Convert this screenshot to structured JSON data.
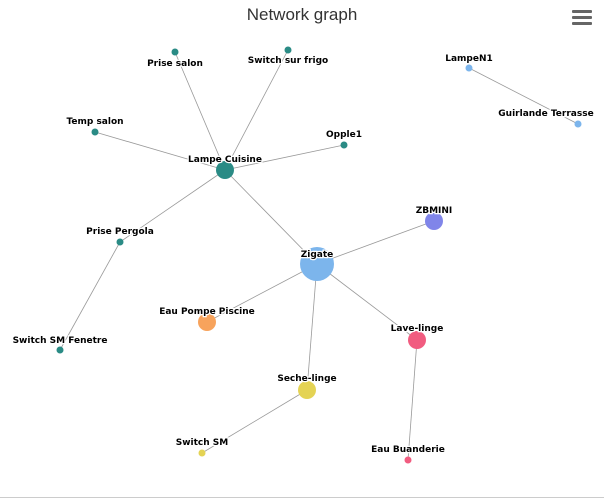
{
  "title": "Network graph",
  "menu_icon": "hamburger-menu-icon",
  "colors": {
    "edge": "#999999",
    "teal": "#2a8b85",
    "light_blue": "#7cb5ec",
    "purple": "#8085e9",
    "orange": "#f7a35c",
    "pink": "#f15c80",
    "yellow": "#e4d354",
    "steel": "#7cb5ec"
  },
  "chart_data": {
    "type": "network",
    "nodes": [
      {
        "id": "zigate",
        "label": "Zigate",
        "size": "large",
        "color": "#7cb5ec"
      },
      {
        "id": "lampe-cuisine",
        "label": "Lampe Cuisine",
        "size": "medium",
        "color": "#2a8b85"
      },
      {
        "id": "prise-salon",
        "label": "Prise salon",
        "size": "small",
        "color": "#2a8b85"
      },
      {
        "id": "switch-sur-frigo",
        "label": "Switch sur frigo",
        "size": "small",
        "color": "#2a8b85"
      },
      {
        "id": "temp-salon",
        "label": "Temp salon",
        "size": "small",
        "color": "#2a8b85"
      },
      {
        "id": "opple1",
        "label": "Opple1",
        "size": "small",
        "color": "#2a8b85"
      },
      {
        "id": "prise-pergola",
        "label": "Prise Pergola",
        "size": "small",
        "color": "#2a8b85"
      },
      {
        "id": "switch-sm-fenetre",
        "label": "Switch SM Fenetre",
        "size": "small",
        "color": "#2a8b85"
      },
      {
        "id": "zbmini",
        "label": "ZBMINI",
        "size": "medium",
        "color": "#8085e9"
      },
      {
        "id": "eau-pompe-piscine",
        "label": "Eau Pompe Piscine",
        "size": "medium",
        "color": "#f7a35c"
      },
      {
        "id": "lave-linge",
        "label": "Lave-linge",
        "size": "medium",
        "color": "#f15c80"
      },
      {
        "id": "seche-linge",
        "label": "Seche-linge",
        "size": "medium",
        "color": "#e4d354"
      },
      {
        "id": "switch-sm",
        "label": "Switch SM",
        "size": "tiny",
        "color": "#e4d354"
      },
      {
        "id": "eau-buanderie",
        "label": "Eau Buanderie",
        "size": "tiny",
        "color": "#f15c80"
      },
      {
        "id": "lampen1",
        "label": "LampeN1",
        "size": "small",
        "color": "#7cb5ec"
      },
      {
        "id": "guirlande-terrasse",
        "label": "Guirlande Terrasse",
        "size": "small",
        "color": "#7cb5ec"
      }
    ],
    "links": [
      {
        "from": "zigate",
        "to": "lampe-cuisine"
      },
      {
        "from": "zigate",
        "to": "zbmini"
      },
      {
        "from": "zigate",
        "to": "eau-pompe-piscine"
      },
      {
        "from": "zigate",
        "to": "lave-linge"
      },
      {
        "from": "zigate",
        "to": "seche-linge"
      },
      {
        "from": "lampe-cuisine",
        "to": "prise-salon"
      },
      {
        "from": "lampe-cuisine",
        "to": "switch-sur-frigo"
      },
      {
        "from": "lampe-cuisine",
        "to": "temp-salon"
      },
      {
        "from": "lampe-cuisine",
        "to": "opple1"
      },
      {
        "from": "lampe-cuisine",
        "to": "prise-pergola"
      },
      {
        "from": "prise-pergola",
        "to": "switch-sm-fenetre"
      },
      {
        "from": "seche-linge",
        "to": "switch-sm"
      },
      {
        "from": "lave-linge",
        "to": "eau-buanderie"
      },
      {
        "from": "lampen1",
        "to": "guirlande-terrasse"
      }
    ]
  }
}
